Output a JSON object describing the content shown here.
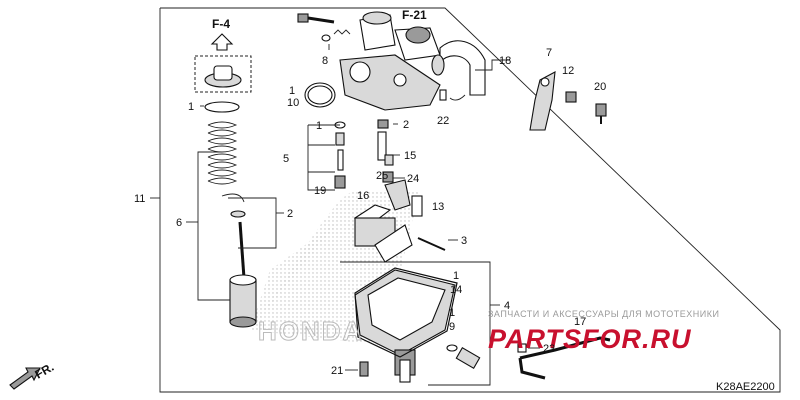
{
  "diagram": {
    "code": "K28AE2200",
    "ref_top_left": "F-4",
    "ref_top_center": "F-21",
    "front_arrow": "FR.",
    "watermark_brand": "HONDA",
    "shop_tagline": "ЗАПЧАСТИ И АКСЕССУАРЫ ДЛЯ МОТОТЕХНИКИ",
    "shop_logo": "PARTSFOR.RU",
    "labels": {
      "n1a": "1",
      "n1b": "1",
      "n1c": "1",
      "n1d": "1",
      "n1e": "1",
      "n2a": "2",
      "n2b": "2",
      "n3": "3",
      "n4": "4",
      "n5": "5",
      "n6": "6",
      "n7": "7",
      "n8": "8",
      "n9": "9",
      "n10": "10",
      "n11": "11",
      "n12": "12",
      "n13": "13",
      "n14": "14",
      "n15": "15",
      "n16": "16",
      "n17": "17",
      "n18": "18",
      "n19": "19",
      "n20": "20",
      "n21": "21",
      "n22": "22",
      "n23": "23",
      "n24": "24",
      "n25": "25"
    }
  },
  "colors": {
    "logo_red": "#c8102e",
    "tagline": "#9a9a9a",
    "ink": "#111111"
  }
}
